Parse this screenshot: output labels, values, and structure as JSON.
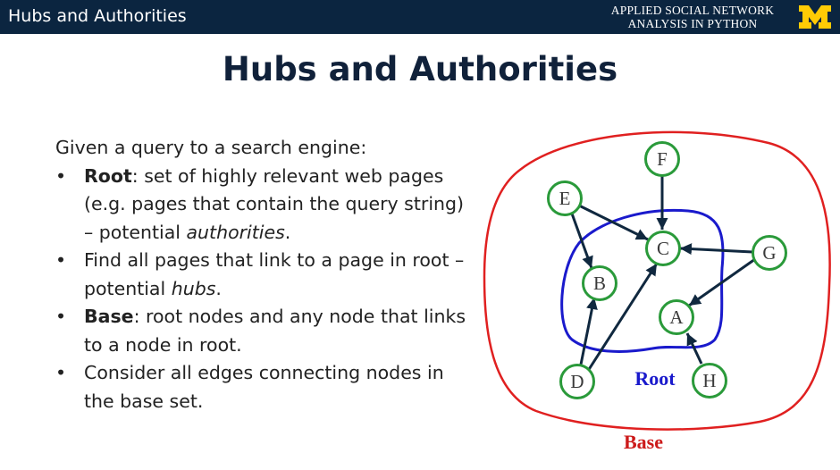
{
  "header": {
    "topic": "Hubs and Authorities",
    "course_line1": "APPLIED SOCIAL NETWORK",
    "course_line2": "ANALYSIS IN PYTHON",
    "logo_letter": "M",
    "logo_icon": "block-m-logo-icon",
    "bar_color": "#0b2540",
    "logo_color": "#ffcb05"
  },
  "slide": {
    "title": "Hubs and Authorities",
    "intro": "Given a query to a search engine:",
    "bullets": [
      {
        "keyword": "Root",
        "text1": ": set of highly relevant web pages (e.g. pages that contain the query string) – potential ",
        "emph": "authorities",
        "text2": "."
      },
      {
        "text1": "Find all pages that link to a page in root – potential ",
        "emph": "hubs",
        "text2": "."
      },
      {
        "keyword": "Base",
        "text1": ": root nodes and any node that links to a node in root."
      },
      {
        "text1": "Consider all edges connecting nodes in the base set."
      }
    ]
  },
  "diagram": {
    "root_label": "Root",
    "base_label": "Base",
    "nodes": [
      "A",
      "B",
      "C",
      "D",
      "E",
      "F",
      "G",
      "H"
    ],
    "edges": [
      [
        "F",
        "C"
      ],
      [
        "E",
        "C"
      ],
      [
        "E",
        "B"
      ],
      [
        "G",
        "C"
      ],
      [
        "G",
        "A"
      ],
      [
        "D",
        "B"
      ],
      [
        "D",
        "C"
      ],
      [
        "H",
        "A"
      ]
    ],
    "colors": {
      "base": "#e02020",
      "root": "#1a1acc",
      "node_border": "#2a9a3a",
      "edge": "#10283f",
      "node_text": "#3a3a3a"
    }
  }
}
